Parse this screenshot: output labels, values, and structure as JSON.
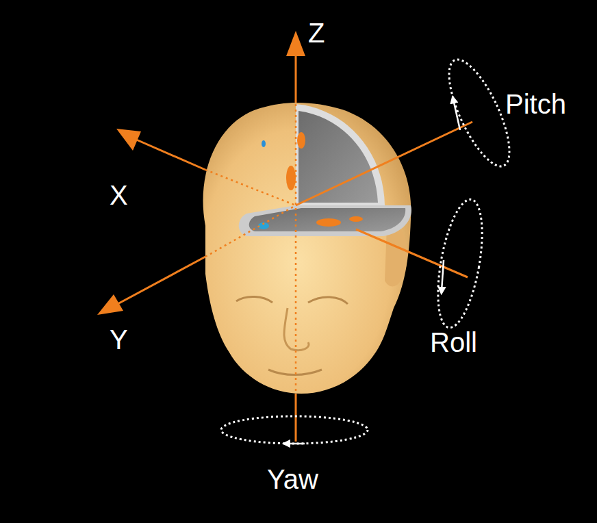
{
  "diagram": {
    "labels": [
      "Z",
      "X",
      "Y",
      "Pitch",
      "Roll",
      "Yaw"
    ]
  }
}
